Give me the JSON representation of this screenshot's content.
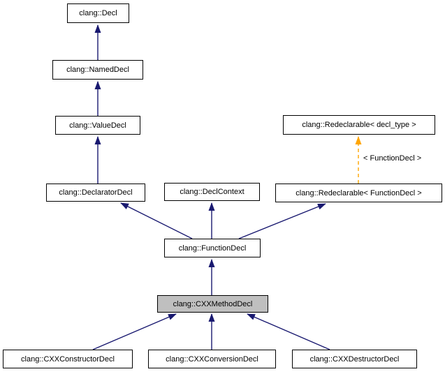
{
  "diagram": {
    "type": "class-inheritance-graph",
    "focus_class": "clang::CXXMethodDecl",
    "template_edge_label": "< FunctionDecl >",
    "colors": {
      "background": "#ffffff",
      "inheritance_arrow": "#191970",
      "template_arrow": "#ffa500",
      "node_border": "#000000",
      "node_fill": "#ffffff",
      "focus_node_fill": "#bfbfbf",
      "text": "#000000"
    },
    "nodes": [
      {
        "label": "clang::Decl"
      },
      {
        "label": "clang::NamedDecl"
      },
      {
        "label": "clang::ValueDecl"
      },
      {
        "label": "clang::DeclaratorDecl"
      },
      {
        "label": "clang::DeclContext"
      },
      {
        "label": "clang::Redeclarable< decl_type >"
      },
      {
        "label": "clang::Redeclarable< FunctionDecl >"
      },
      {
        "label": "clang::FunctionDecl"
      },
      {
        "label": "clang::CXXMethodDecl"
      },
      {
        "label": "clang::CXXConstructorDecl"
      },
      {
        "label": "clang::CXXConversionDecl"
      },
      {
        "label": "clang::CXXDestructorDecl"
      }
    ],
    "edges": [
      {
        "from": "clang::NamedDecl",
        "to": "clang::Decl",
        "style": "solid",
        "relation": "inheritance"
      },
      {
        "from": "clang::ValueDecl",
        "to": "clang::NamedDecl",
        "style": "solid",
        "relation": "inheritance"
      },
      {
        "from": "clang::DeclaratorDecl",
        "to": "clang::ValueDecl",
        "style": "solid",
        "relation": "inheritance"
      },
      {
        "from": "clang::FunctionDecl",
        "to": "clang::DeclaratorDecl",
        "style": "solid",
        "relation": "inheritance"
      },
      {
        "from": "clang::FunctionDecl",
        "to": "clang::DeclContext",
        "style": "solid",
        "relation": "inheritance"
      },
      {
        "from": "clang::FunctionDecl",
        "to": "clang::Redeclarable< FunctionDecl >",
        "style": "solid",
        "relation": "inheritance"
      },
      {
        "from": "clang::Redeclarable< FunctionDecl >",
        "to": "clang::Redeclarable< decl_type >",
        "style": "dashed",
        "relation": "template-instantiation",
        "label": "< FunctionDecl >"
      },
      {
        "from": "clang::CXXMethodDecl",
        "to": "clang::FunctionDecl",
        "style": "solid",
        "relation": "inheritance"
      },
      {
        "from": "clang::CXXConstructorDecl",
        "to": "clang::CXXMethodDecl",
        "style": "solid",
        "relation": "inheritance"
      },
      {
        "from": "clang::CXXConversionDecl",
        "to": "clang::CXXMethodDecl",
        "style": "solid",
        "relation": "inheritance"
      },
      {
        "from": "clang::CXXDestructorDecl",
        "to": "clang::CXXMethodDecl",
        "style": "solid",
        "relation": "inheritance"
      }
    ]
  }
}
